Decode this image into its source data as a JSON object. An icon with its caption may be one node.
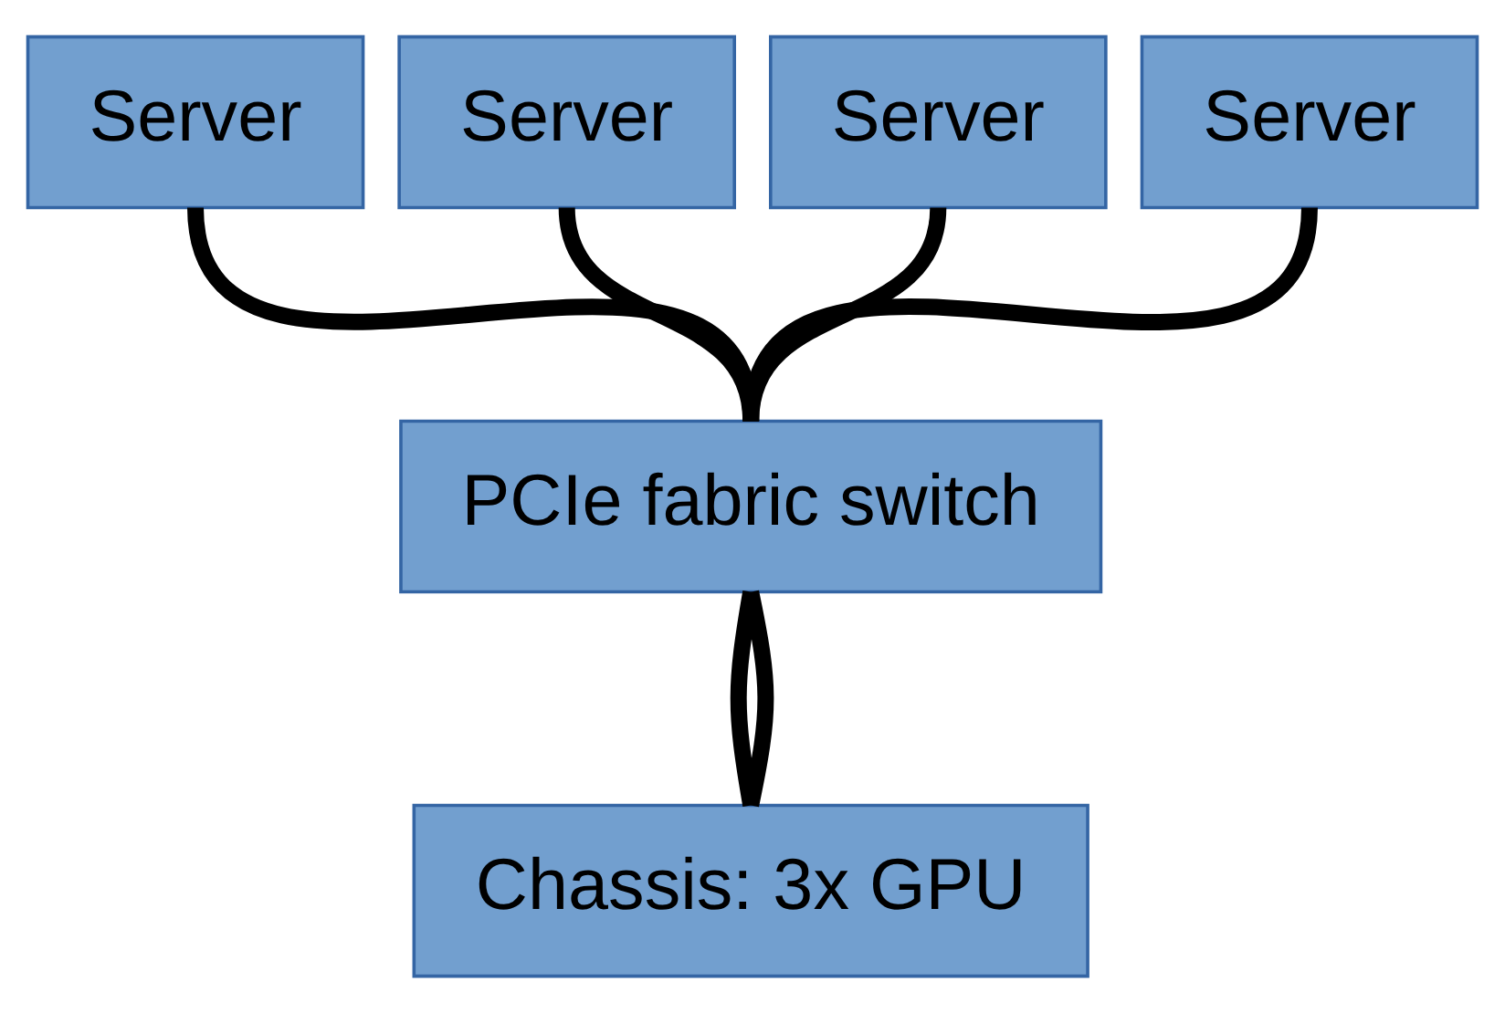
{
  "diagram": {
    "nodes": [
      {
        "text": [
          "Server"
        ]
      },
      {
        "text": [
          "Server"
        ]
      },
      {
        "text": [
          "Server"
        ]
      },
      {
        "text": [
          "Server"
        ]
      },
      {
        "text": [
          "PCIe fabric switch"
        ]
      },
      {
        "text": [
          "Chassis: 3x GPU"
        ]
      }
    ],
    "edges": [
      {
        "from": 0,
        "to": 4,
        "arrow": "none"
      },
      {
        "from": 1,
        "to": 4,
        "arrow": "none"
      },
      {
        "from": 2,
        "to": 4,
        "arrow": "none"
      },
      {
        "from": 3,
        "to": 4,
        "arrow": "none"
      },
      {
        "from": 4,
        "to": 5,
        "arrow": "none"
      },
      {
        "from": 4,
        "to": 5,
        "arrow": "none"
      }
    ]
  }
}
